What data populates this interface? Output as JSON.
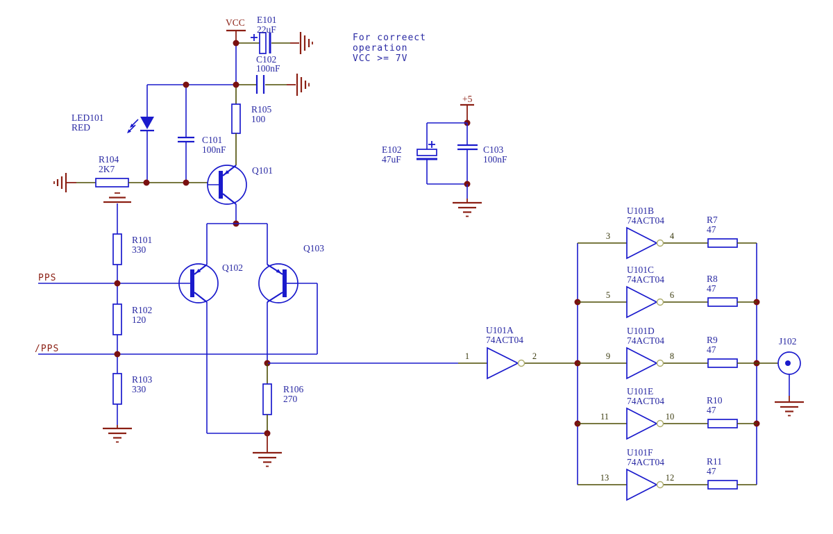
{
  "colors": {
    "wire_blue": "#1a1acc",
    "dark_red": "#8B1F13",
    "junction_red": "#7A1010",
    "pin_olive": "#4B4B00",
    "pin_text": "#3C3C10",
    "label_navy": "#2929A3"
  },
  "power": {
    "vcc": "VCC",
    "plus5": "+5"
  },
  "nets": {
    "pps": "PPS",
    "pps_inv": "/PPS"
  },
  "note": {
    "line1": "For correect",
    "line2": "operation",
    "line3": "VCC >= 7V"
  },
  "parts": {
    "e101": {
      "ref": "E101",
      "value": "22uF"
    },
    "c102": {
      "ref": "C102",
      "value": "100nF"
    },
    "r105": {
      "ref": "R105",
      "value": "100"
    },
    "led101": {
      "ref": "LED101",
      "value": "RED"
    },
    "c101": {
      "ref": "C101",
      "value": "100nF"
    },
    "r104": {
      "ref": "R104",
      "value": "2K7"
    },
    "q101": {
      "ref": "Q101"
    },
    "q102": {
      "ref": "Q102"
    },
    "q103": {
      "ref": "Q103"
    },
    "r101": {
      "ref": "R101",
      "value": "330"
    },
    "r102": {
      "ref": "R102",
      "value": "120"
    },
    "r103": {
      "ref": "R103",
      "value": "330"
    },
    "r106": {
      "ref": "R106",
      "value": "270"
    },
    "e102": {
      "ref": "E102",
      "value": "47uF"
    },
    "c103": {
      "ref": "C103",
      "value": "100nF"
    },
    "r7": {
      "ref": "R7",
      "value": "47"
    },
    "r8": {
      "ref": "R8",
      "value": "47"
    },
    "r9": {
      "ref": "R9",
      "value": "47"
    },
    "r10": {
      "ref": "R10",
      "value": "47"
    },
    "r11": {
      "ref": "R11",
      "value": "47"
    },
    "j102": {
      "ref": "J102"
    }
  },
  "gates": {
    "u101a": {
      "ref": "U101A",
      "part": "74ACT04",
      "pin_in": "1",
      "pin_out": "2"
    },
    "u101b": {
      "ref": "U101B",
      "part": "74ACT04",
      "pin_in": "3",
      "pin_out": "4"
    },
    "u101c": {
      "ref": "U101C",
      "part": "74ACT04",
      "pin_in": "5",
      "pin_out": "6"
    },
    "u101d": {
      "ref": "U101D",
      "part": "74ACT04",
      "pin_in": "9",
      "pin_out": "8"
    },
    "u101e": {
      "ref": "U101E",
      "part": "74ACT04",
      "pin_in": "11",
      "pin_out": "10"
    },
    "u101f": {
      "ref": "U101F",
      "part": "74ACT04",
      "pin_in": "13",
      "pin_out": "12"
    }
  }
}
